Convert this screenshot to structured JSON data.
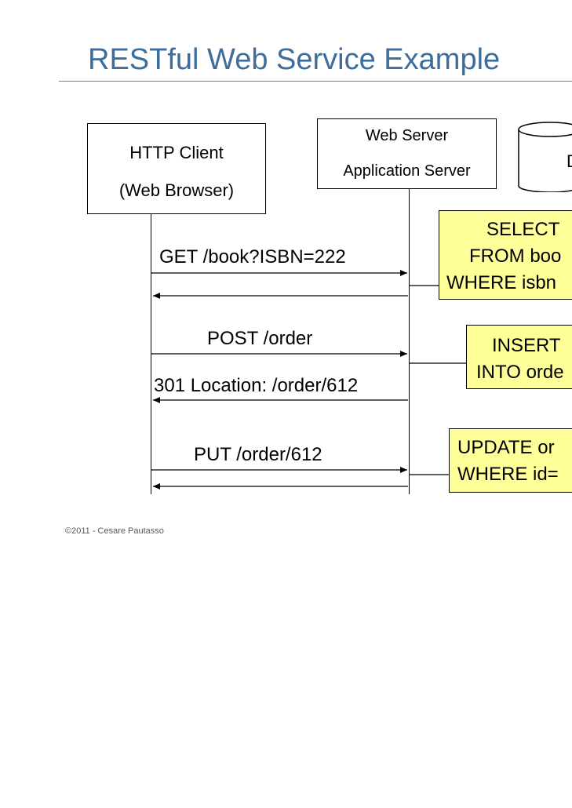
{
  "slide": {
    "title": "RESTful Web Service Example",
    "footer": "©2011 - Cesare Pautasso"
  },
  "actors": {
    "client": {
      "line1": "HTTP Client",
      "line2": "(Web Browser)"
    },
    "server": {
      "line1": "Web Server",
      "line2": "Application Server"
    },
    "database": {
      "label": "D"
    }
  },
  "messages": {
    "get": "GET /book?ISBN=222",
    "post": "POST /order",
    "redirect": "301 Location: /order/612",
    "put": "PUT /order/612"
  },
  "notes": {
    "select": [
      "SELECT",
      "FROM boo",
      "WHERE isbn"
    ],
    "insert": [
      "INSERT",
      "INTO orde"
    ],
    "update": [
      "UPDATE or",
      "WHERE id="
    ]
  },
  "colors": {
    "title": "#3d6d9b",
    "note_fill": "#ffff99",
    "lines": "#000000"
  }
}
